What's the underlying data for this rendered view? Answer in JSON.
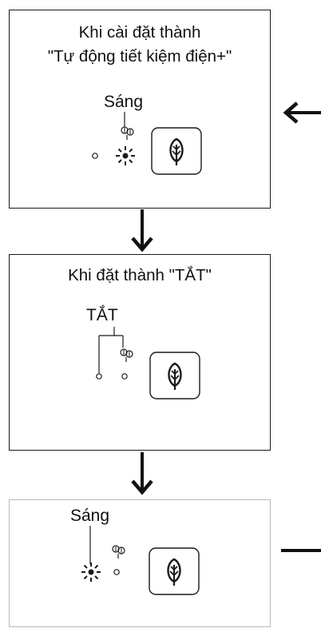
{
  "panels": [
    {
      "title_lines": [
        "Khi cài đặt thành",
        "\"Tự động tiết kiệm điện+\""
      ],
      "indicator_label": "Sáng"
    },
    {
      "title_lines": [
        "Khi đặt thành \"TẮT\""
      ],
      "indicator_label": "TẮT"
    },
    {
      "title_lines": [],
      "indicator_label": "Sáng"
    }
  ],
  "icons": {
    "button": "leaf-icon",
    "indicator": "plant-icon",
    "flow": [
      "arrow-left-icon",
      "arrow-down-icon",
      "arrow-down-icon"
    ]
  },
  "colors": {
    "line": "#1a1a1a",
    "faint_border": "#b9b9b9"
  }
}
